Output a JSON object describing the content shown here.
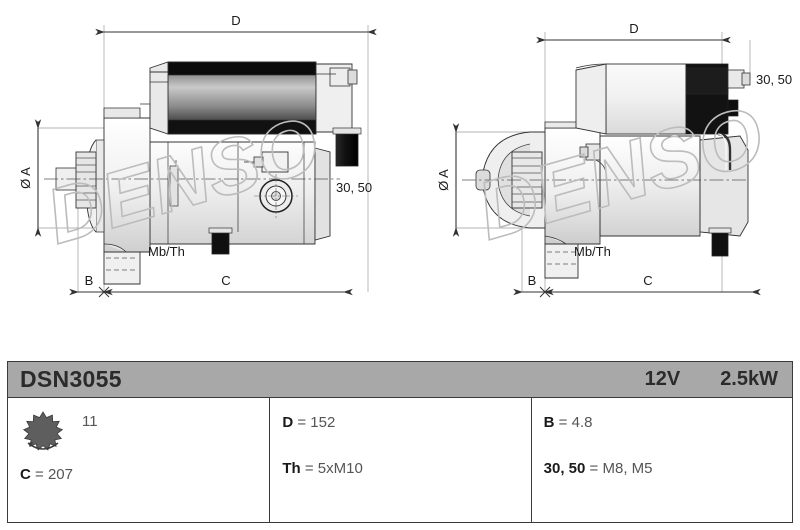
{
  "product": {
    "part_number": "DSN3055",
    "voltage": "12V",
    "power": "2.5kW",
    "brand_watermark": "DENSO"
  },
  "drawings": {
    "left_view": {
      "name": "starter-motor-side-view",
      "dimensions": {
        "top": "D",
        "left": "Ø A",
        "bottom_short": "B",
        "bottom_long": "C"
      },
      "labels": {
        "mounting": "Mb/Th",
        "terminals": "30, 50"
      }
    },
    "right_view": {
      "name": "starter-motor-drive-end-view",
      "dimensions": {
        "top": "D",
        "left": "Ø A",
        "bottom_short": "B",
        "bottom_long": "C"
      },
      "labels": {
        "mounting": "Mb/Th",
        "terminals": "30, 50"
      }
    }
  },
  "spec_table": {
    "columns": [
      {
        "icon": "gear-rotation-icon",
        "teeth": "11",
        "rows": [
          {
            "label": "C",
            "sep": " = ",
            "value": "207"
          }
        ]
      },
      {
        "rows": [
          {
            "label": "D",
            "sep": " = ",
            "value": "152"
          },
          {
            "label": "Th",
            "sep": " = ",
            "value": "5xM10"
          }
        ]
      },
      {
        "rows": [
          {
            "label": "B",
            "sep": " = ",
            "value": "4.8"
          },
          {
            "label": "30, 50",
            "sep": " = ",
            "value": "M8, M5"
          }
        ]
      }
    ]
  },
  "colors": {
    "header_gray": "#a8a8a8",
    "border": "#3a3a3a",
    "label_dark": "#1a1a1a",
    "value_gray": "#555555",
    "body_light": "#f2f2f2",
    "body_mid": "#d8d8d8",
    "dark_part": "#111111"
  }
}
